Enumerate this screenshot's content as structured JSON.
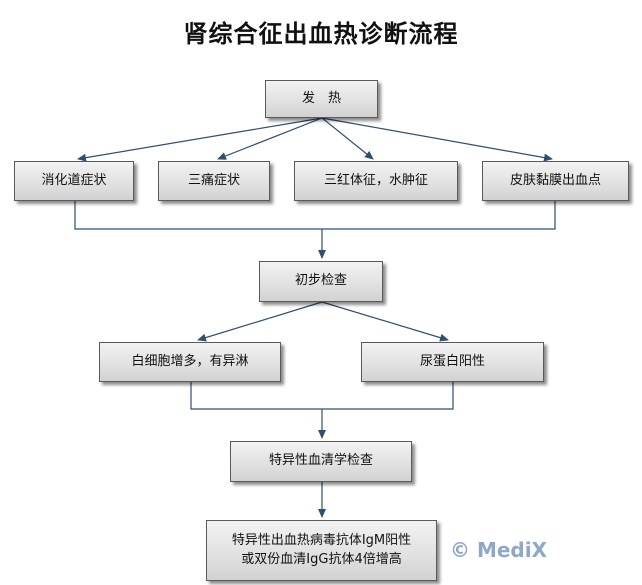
{
  "title": "肾综合征出血热诊断流程",
  "nodes": {
    "fever": "发　热",
    "digestive": "消化道症状",
    "three_pain": "三痛症状",
    "three_red": "三红体征，水肿征",
    "skin_bleeding": "皮肤黏膜出血点",
    "preliminary_check": "初步检查",
    "wbc": "白细胞增多，有异淋",
    "proteinuria": "尿蛋白阳性",
    "serology": "特异性血清学检查",
    "antibody_line1": "特异性出血热病毒抗体IgM阳性",
    "antibody_line2": "或双份血清IgG抗体4倍增高"
  },
  "watermark": "© MediX",
  "colors": {
    "arrow": "#2f4f6f",
    "watermark": "#8fa7c9"
  }
}
